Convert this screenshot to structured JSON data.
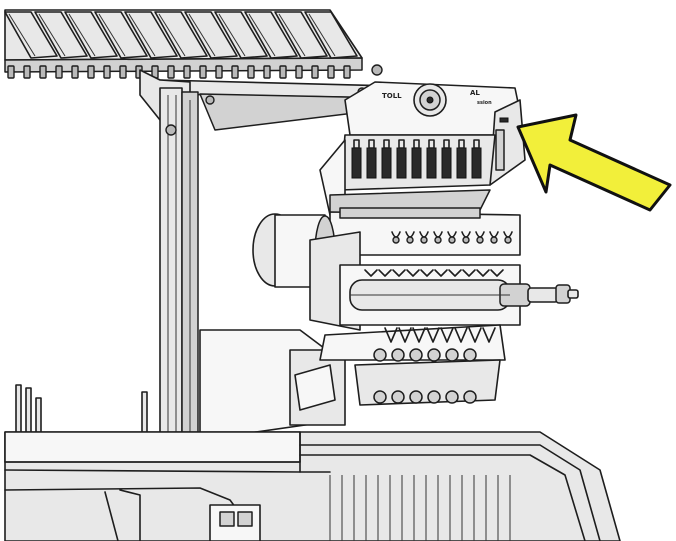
{
  "label_logo": "TOLL",
  "label_model": "AL",
  "label_model_sub": "ssion",
  "arrow_color": "#f2ef3a",
  "line_color": "#1e1e1e"
}
